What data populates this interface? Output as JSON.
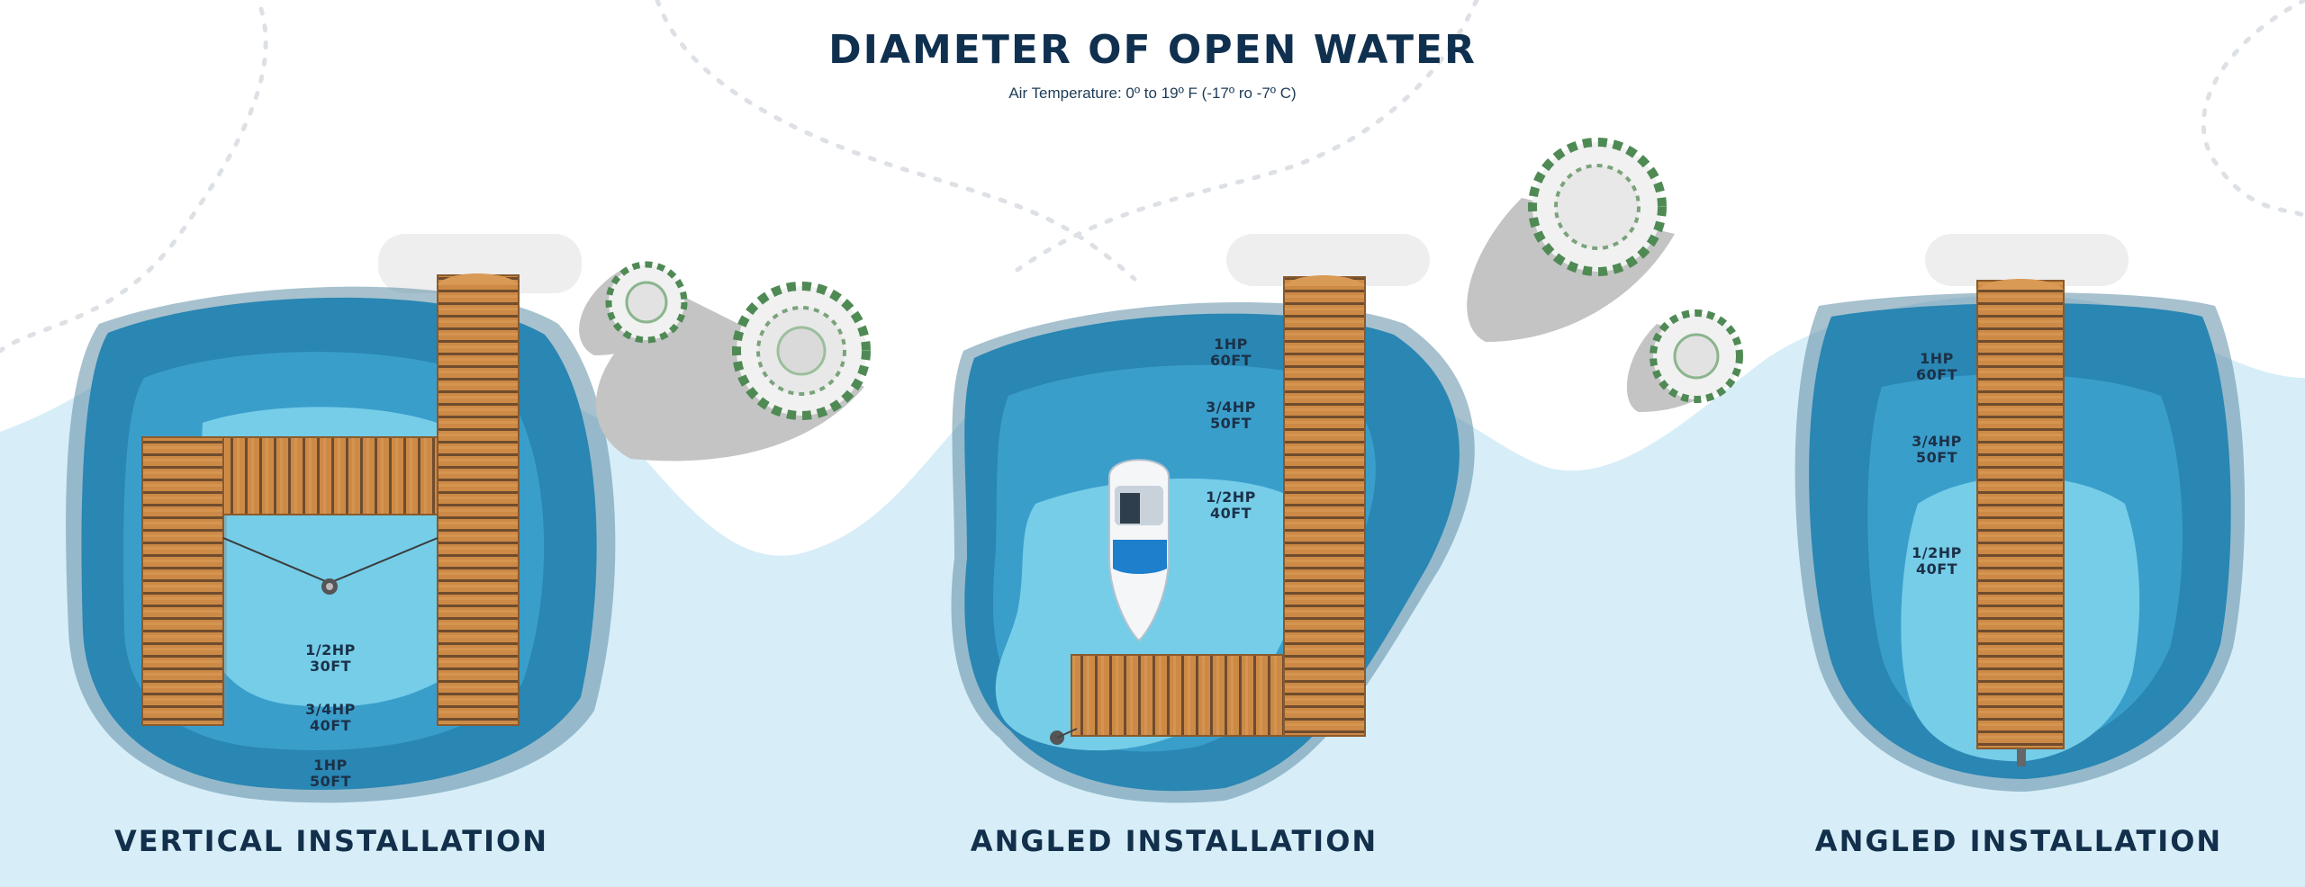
{
  "header": {
    "title": "DIAMETER OF OPEN WATER",
    "subtitle": "Air Temperature: 0º to 19º F (-17º ro -7º C)"
  },
  "colors": {
    "title": "#10304f",
    "ice": "#d7eef8",
    "water_outer": "#2a86b3",
    "water_mid": "#3a9ecb",
    "water_inner": "#75cde8",
    "dock_wood": "#c98945",
    "dock_slat": "#6f4c2e",
    "tree_canopy": "#4f8a55",
    "shadow": "#c4c4c4"
  },
  "panels": [
    {
      "caption": "VERTICAL INSTALLATION",
      "zones": [
        {
          "power": "1/2HP",
          "diameter": "30FT"
        },
        {
          "power": "3/4HP",
          "diameter": "40FT"
        },
        {
          "power": "1HP",
          "diameter": "50FT"
        }
      ]
    },
    {
      "caption": "ANGLED INSTALLATION",
      "zones": [
        {
          "power": "1HP",
          "diameter": "60FT"
        },
        {
          "power": "3/4HP",
          "diameter": "50FT"
        },
        {
          "power": "1/2HP",
          "diameter": "40FT"
        }
      ]
    },
    {
      "caption": "ANGLED INSTALLATION",
      "zones": [
        {
          "power": "1HP",
          "diameter": "60FT"
        },
        {
          "power": "3/4HP",
          "diameter": "50FT"
        },
        {
          "power": "1/2HP",
          "diameter": "40FT"
        }
      ]
    }
  ]
}
